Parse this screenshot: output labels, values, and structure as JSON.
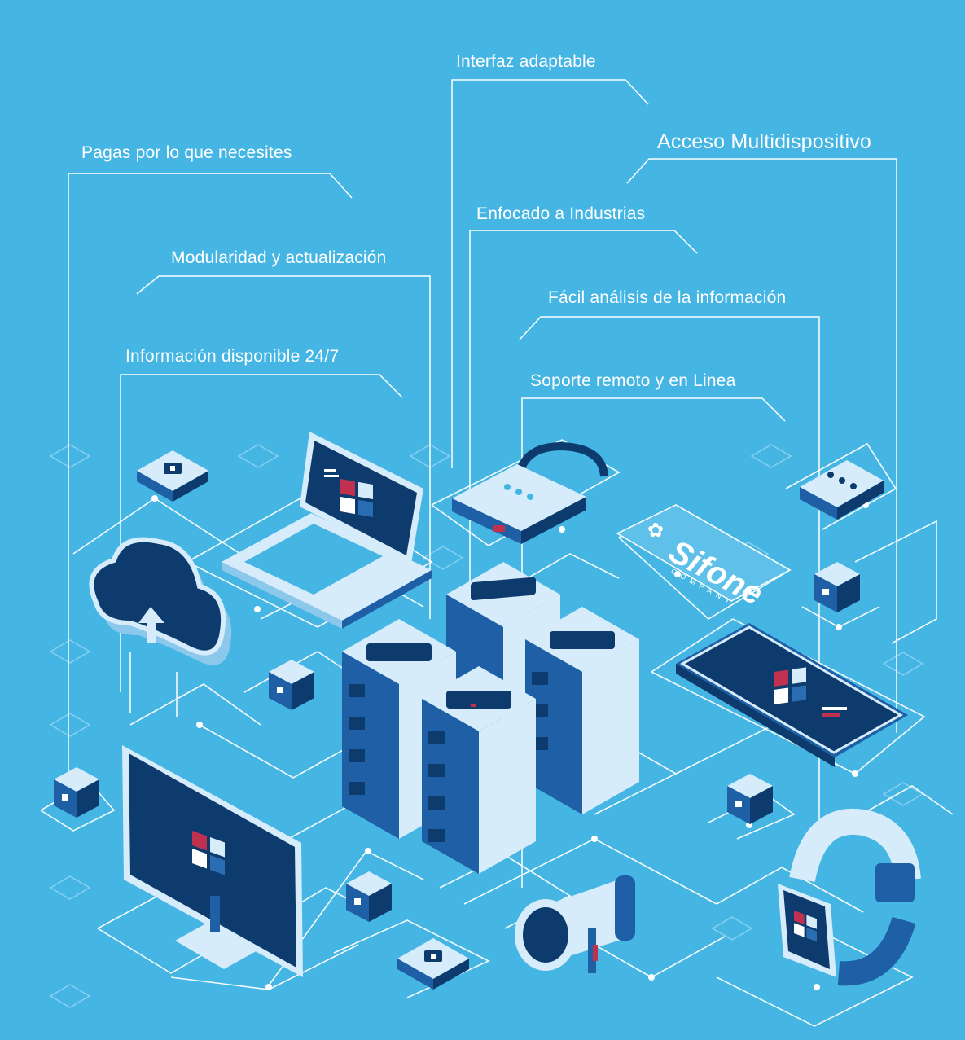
{
  "features": [
    {
      "id": "interfaz",
      "text": "Interfaz adaptable"
    },
    {
      "id": "acceso",
      "text": "Acceso Multidispositivo"
    },
    {
      "id": "pagas",
      "text": "Pagas por lo que necesites"
    },
    {
      "id": "enfocado",
      "text": "Enfocado a Industrias"
    },
    {
      "id": "modularidad",
      "text": "Modularidad y actualización"
    },
    {
      "id": "facil",
      "text": "Fácil análisis de la información"
    },
    {
      "id": "informacion",
      "text": "Información disponible 24/7"
    },
    {
      "id": "soporte",
      "text": "Soporte remoto y en Linea"
    }
  ],
  "brand": {
    "name": "Sifone",
    "sub": "COMPANY"
  },
  "colors": {
    "background": "#45b5e4",
    "navy": "#0d3b6e",
    "light": "#d6ecfa",
    "accent": "#c0314f",
    "line": "#ffffff"
  }
}
